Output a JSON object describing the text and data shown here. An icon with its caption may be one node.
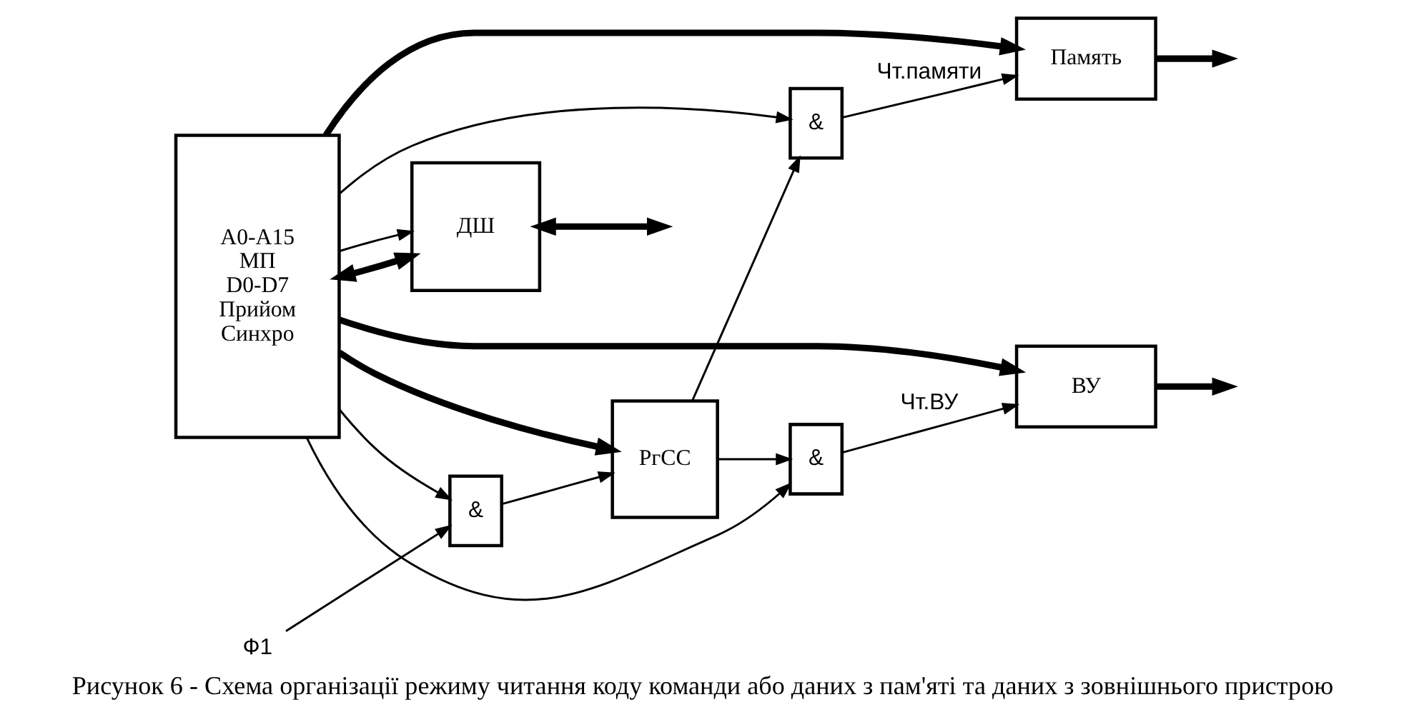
{
  "diagram": {
    "caption": "Рисунок 6 - Схема організації режиму читання коду команди або даних з пам'яті та даних з зовнішнього пристрою",
    "nodes": [
      {
        "text": [
          "A0-A15",
          "МП",
          "D0-D7",
          "Прийом",
          "Синхро"
        ]
      },
      {
        "text": [
          "Память"
        ]
      },
      {
        "text": [
          "ВУ"
        ]
      },
      {
        "text": [
          "ДШ"
        ]
      },
      {
        "text": [
          "&"
        ]
      },
      {
        "text": [
          "РгСС"
        ]
      },
      {
        "text": [
          "&"
        ]
      },
      {
        "text": [
          "&"
        ]
      },
      {
        "text": [
          "Ф1"
        ]
      }
    ],
    "edges": [
      {
        "from": 0,
        "to": 1,
        "arrow": "to",
        "style": "thick"
      },
      {
        "from": 0,
        "to": 2,
        "arrow": "to",
        "style": "thick"
      },
      {
        "from": 0,
        "to": 3,
        "arrow": "both",
        "style": "thick"
      },
      {
        "from": 0,
        "to": 5,
        "arrow": "to",
        "style": "thick"
      },
      {
        "from": 0,
        "to": 3,
        "arrow": "to"
      },
      {
        "from": 0,
        "to": 4,
        "arrow": "to"
      },
      {
        "from": 0,
        "to": 6,
        "arrow": "to"
      },
      {
        "from": 3,
        "to": null,
        "arrow": "both",
        "style": "thick"
      },
      {
        "from": 1,
        "to": null,
        "arrow": "to",
        "style": "thick"
      },
      {
        "from": 2,
        "to": null,
        "arrow": "to",
        "style": "thick"
      },
      {
        "from": 5,
        "to": 4,
        "arrow": "to"
      },
      {
        "from": 5,
        "to": 6,
        "arrow": "to"
      },
      {
        "from": 4,
        "to": 1,
        "arrow": "to",
        "label": "Чт.памяти"
      },
      {
        "from": 6,
        "to": 2,
        "arrow": "to",
        "label": "Чт.ВУ"
      },
      {
        "from": 0,
        "to": 7,
        "arrow": "to"
      },
      {
        "from": 8,
        "to": 7,
        "arrow": "to"
      },
      {
        "from": 7,
        "to": 5,
        "arrow": "to"
      }
    ]
  }
}
